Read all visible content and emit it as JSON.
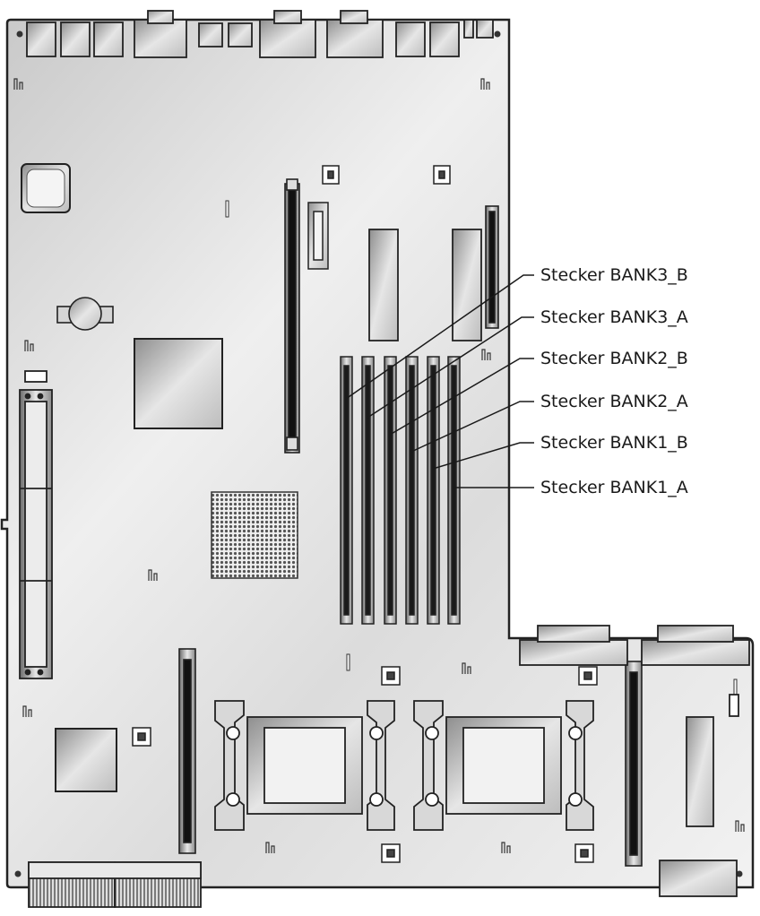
{
  "diagram": {
    "callouts": [
      {
        "id": "bank3b",
        "label": "Stecker BANK3_B"
      },
      {
        "id": "bank3a",
        "label": "Stecker BANK3_A"
      },
      {
        "id": "bank2b",
        "label": "Stecker BANK2_B"
      },
      {
        "id": "bank2a",
        "label": "Stecker BANK2_A"
      },
      {
        "id": "bank1b",
        "label": "Stecker BANK1_B"
      },
      {
        "id": "bank1a",
        "label": "Stecker BANK1_A"
      }
    ]
  }
}
